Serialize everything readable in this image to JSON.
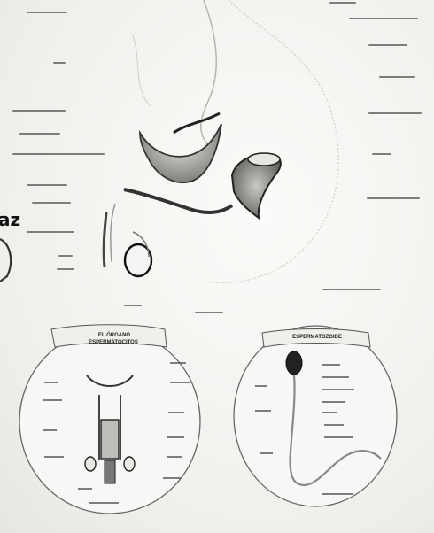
{
  "main_fragment": "az",
  "inset_left": {
    "title_line1": "EL ÓRGANO",
    "title_line2": "ESPERMATOCITOS"
  },
  "inset_right": {
    "title": "ESPERMATOZOIDE"
  },
  "colors": {
    "ink": "#333333",
    "paper": "#f2f2f0",
    "shade": "#8a8a86"
  }
}
